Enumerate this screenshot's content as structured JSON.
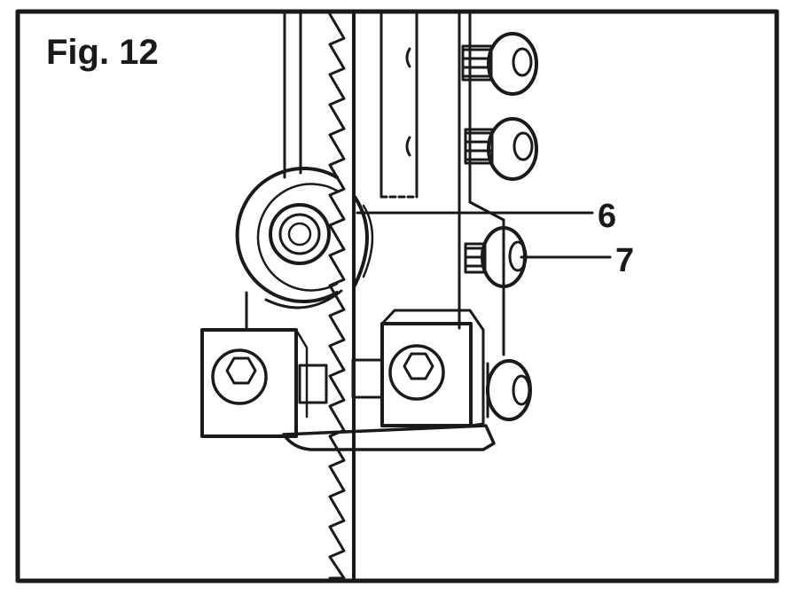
{
  "figure": {
    "title": "Fig. 12",
    "callouts": [
      {
        "id": "6",
        "text": "6"
      },
      {
        "id": "7",
        "text": "7"
      }
    ]
  }
}
